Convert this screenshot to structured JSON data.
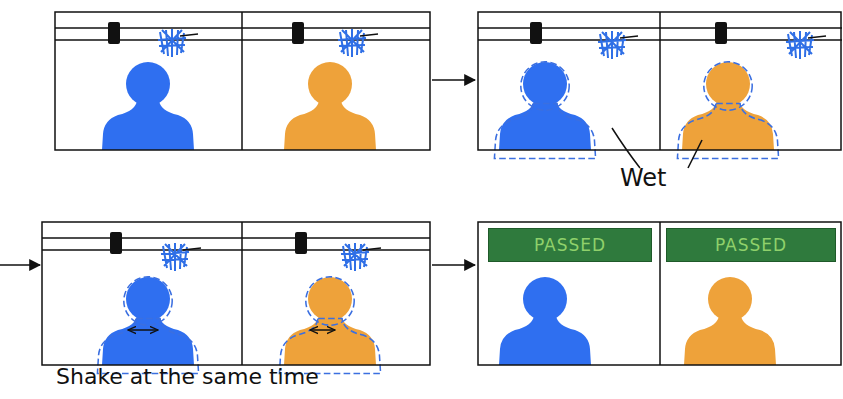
{
  "diagram": {
    "nodes": [
      {
        "text": [
          "PASSED"
        ]
      },
      {
        "text": [
          "PASSED"
        ]
      }
    ],
    "labels": [
      "Wet",
      "Shake at the same time"
    ]
  }
}
